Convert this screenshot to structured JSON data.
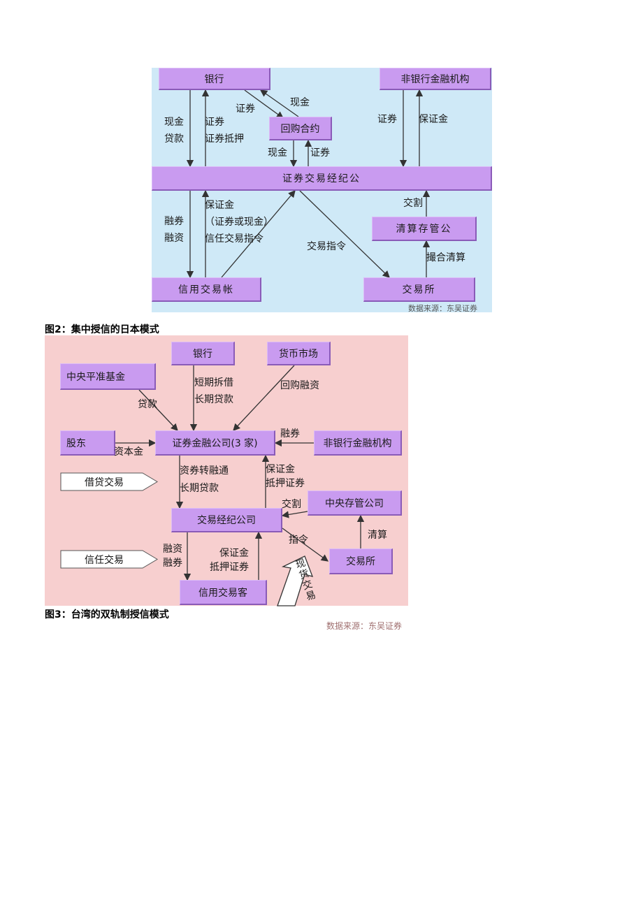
{
  "diagram1": {
    "boxes": {
      "bank": "银行",
      "nonbank": "非银行金融机构",
      "repo": "回购合约",
      "broker": "证券交易经纪公",
      "clearing": "清算存管公",
      "credit_account": "信用交易帐",
      "exchange": "交易所"
    },
    "labels": {
      "cash_loan": "现金\n贷款",
      "securities_pledge": "证券\n证券抵押",
      "securities_top": "证券",
      "cash_top": "现金",
      "repo_cash": "现金",
      "repo_securities": "证券",
      "nonbank_securities": "证券",
      "nonbank_margin": "保证金",
      "short_loan": "融券\n融资",
      "margin_trust": "保证金\n（证券或现金）\n信任交易指令",
      "trade_order": "交易指令",
      "delivery": "交割",
      "matching": "撮合清算"
    },
    "source": "数据来源：东吴证券"
  },
  "caption2": "图2：集中授信的日本模式",
  "diagram2": {
    "boxes": {
      "bank": "银行",
      "money_market": "货币市场",
      "central_fund": "中央平准基金",
      "shareholder": "股东",
      "sfc": "证券金融公司(3 家)",
      "nonbank": "非银行金融机构",
      "broker": "交易经纪公司",
      "central_depository": "中央存管公司",
      "exchange": "交易所",
      "credit_customer": "信用交易客"
    },
    "tags": {
      "lending": "借贷交易",
      "trust": "信任交易"
    },
    "labels": {
      "loan": "贷款",
      "short_long": "短期拆借\n长期贷款",
      "repo_finance": "回购融资",
      "capital": "资本金",
      "securities_lending": "融券",
      "refinance": "资券转融通\n长期贷款",
      "margin_collateral_top": "保证金\n抵押证券",
      "delivery": "交割",
      "clearing": "清算",
      "order": "指令",
      "finance_lend": "融资\n融券",
      "margin_collateral_bottom": "保证金\n抵押证券",
      "spot_trade": "现货交易"
    }
  },
  "caption3": "图3：台湾的双轨制授信模式",
  "source3": "数据来源：东吴证券",
  "colors": {
    "panel1_bg": "#cfe9f7",
    "panel2_bg": "#f7cfcf",
    "box_fill": "#c99bf0",
    "arrow": "#333333"
  }
}
